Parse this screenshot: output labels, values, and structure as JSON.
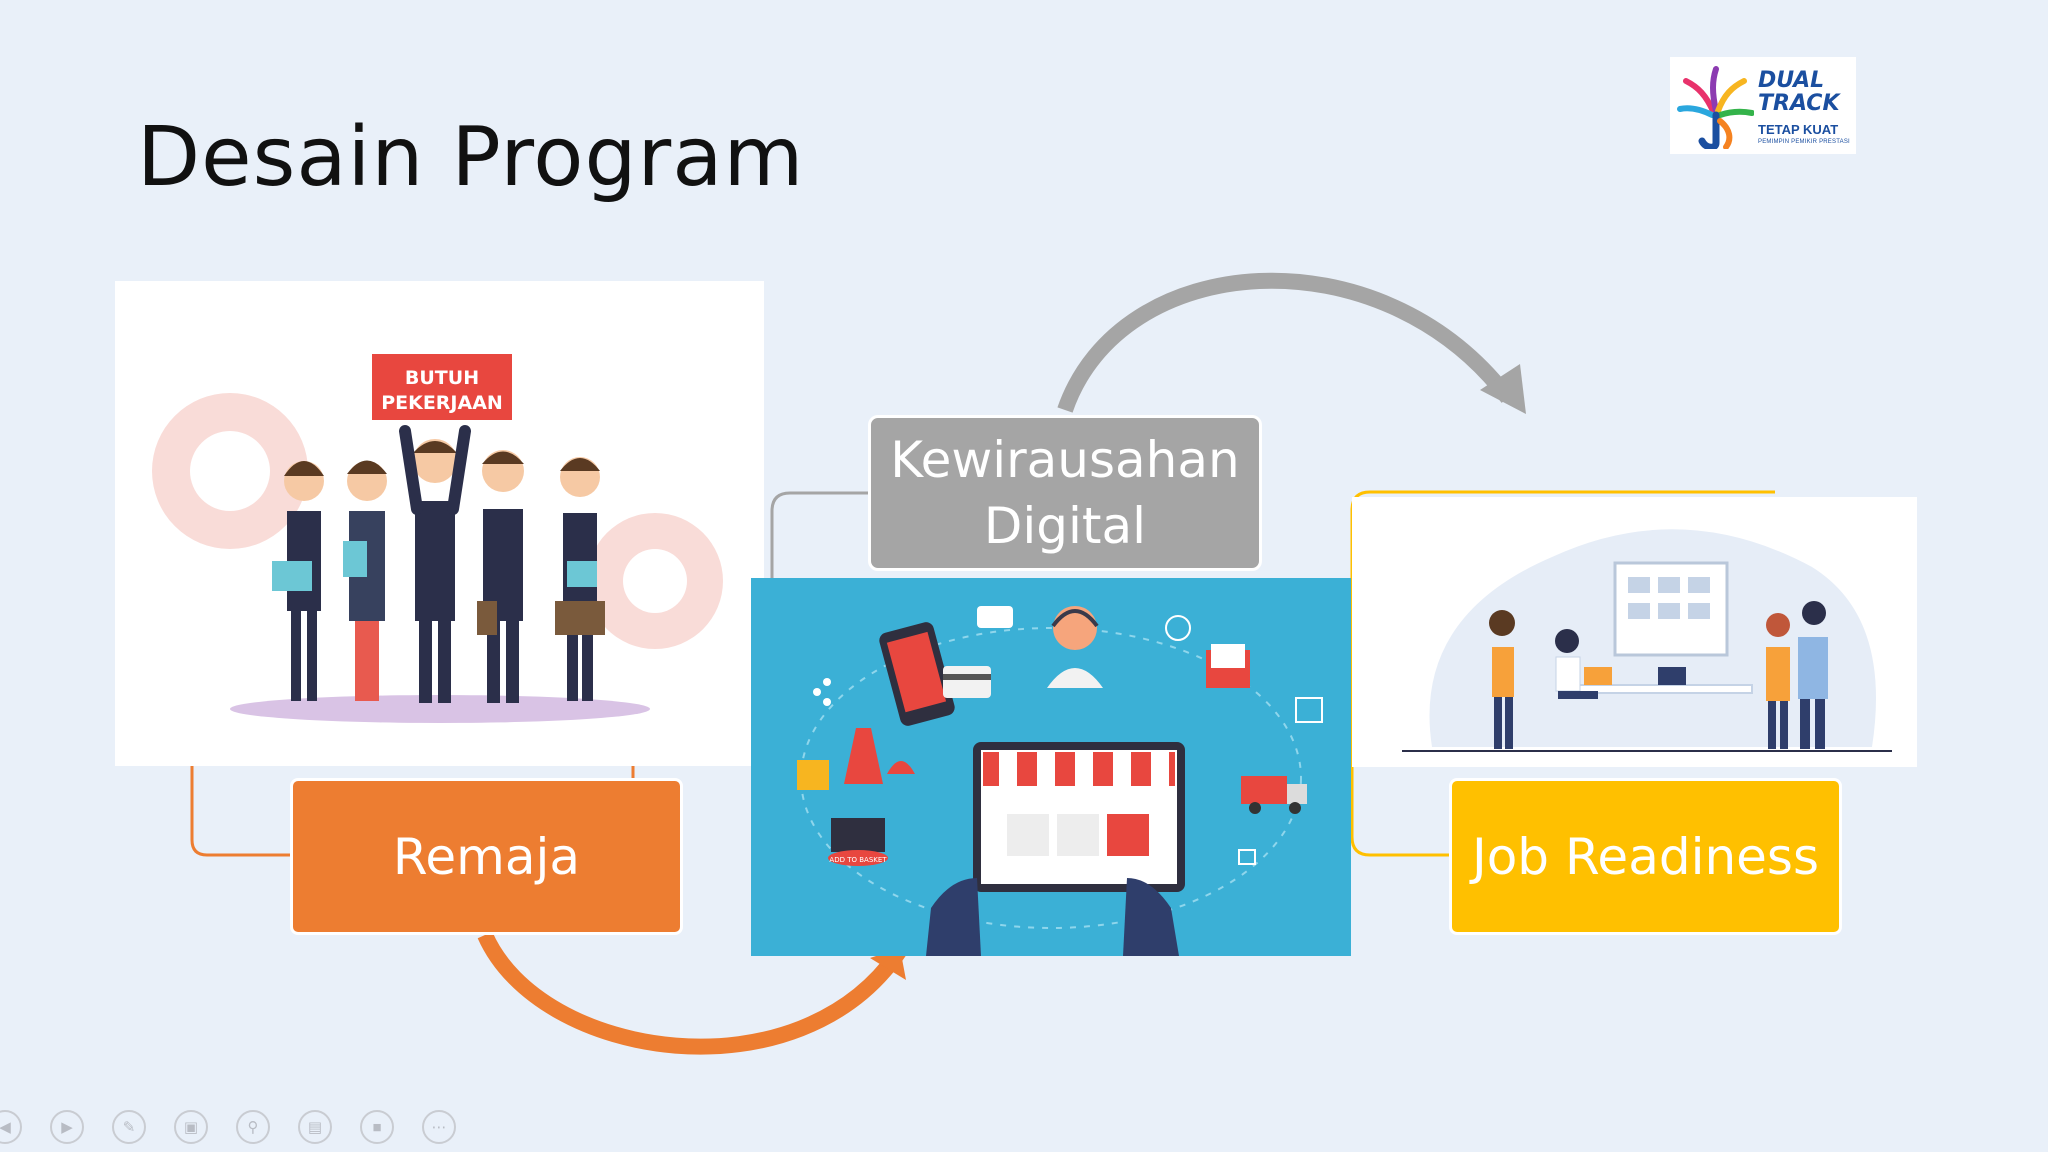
{
  "slide": {
    "title": "Desain Program"
  },
  "logo": {
    "line1": "DUAL",
    "line2": "TRACK",
    "line3": "TETAP KUAT",
    "line4": "PEMIMPIN PEMIKIR PRESTASI"
  },
  "stages": [
    {
      "label": "Remaja",
      "color": "#ed7d31",
      "illustration_sign": [
        "BUTUH",
        "PEKERJAAN"
      ]
    },
    {
      "label_line1": "Kewirausahan",
      "label_line2": "Digital",
      "color": "#a5a5a5"
    },
    {
      "label": "Job Readiness",
      "color": "#ffc000"
    }
  ],
  "icons": {
    "ecommerce": [
      "smartphone-cart-icon",
      "credit-card-icon",
      "chat-bubble-icon",
      "support-agent-icon",
      "clock-icon",
      "mail-icon",
      "calendar-icon",
      "delivery-truck-icon",
      "share-icon",
      "shopping-basket-icon",
      "dress-icon",
      "hat-icon",
      "tablet-shop-icon",
      "thumbs-up-icon"
    ],
    "basket_label": "ADD TO BASKET"
  },
  "toolbar": [
    "previous-icon",
    "next-icon",
    "pen-icon",
    "slides-icon",
    "zoom-icon",
    "subtitles-icon",
    "camera-off-icon",
    "more-icon"
  ],
  "colors": {
    "background": "#e9f0f9",
    "orange": "#ed7d31",
    "gray": "#a5a5a5",
    "yellow": "#ffc000",
    "blue_panel": "#3bb0d6"
  }
}
